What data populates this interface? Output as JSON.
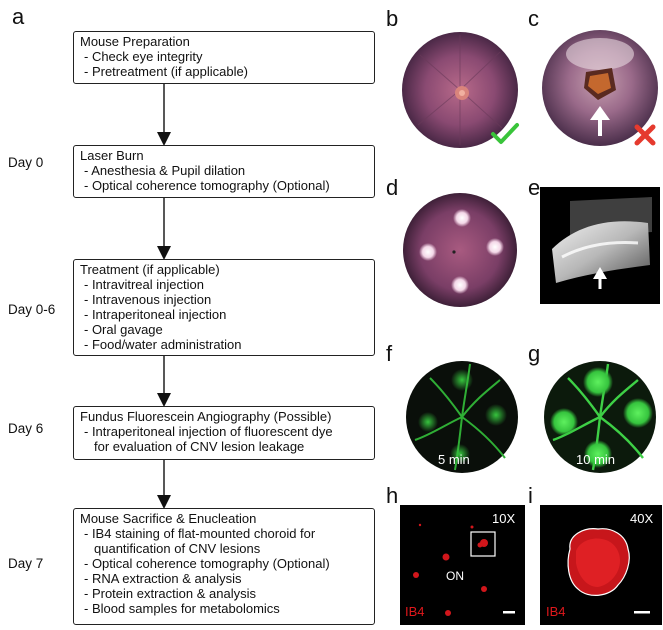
{
  "panels": {
    "a": "a",
    "b": "b",
    "c": "c",
    "d": "d",
    "e": "e",
    "f": "f",
    "g": "g",
    "h": "h",
    "i": "i"
  },
  "days": [
    "Day 0",
    "Day 0-6",
    "Day 6",
    "Day 7"
  ],
  "boxes": [
    {
      "title": "Mouse Preparation",
      "items": [
        "- Check eye integrity",
        "- Pretreatment (if applicable)"
      ]
    },
    {
      "title": "Laser Burn",
      "items": [
        "- Anesthesia & Pupil dilation",
        "- Optical coherence tomography (Optional)"
      ]
    },
    {
      "title": "Treatment (if applicable)",
      "items": [
        "- Intravitreal injection",
        "- Intravenous injection",
        "- Intraperitoneal injection",
        "- Oral gavage",
        "- Food/water administration"
      ]
    },
    {
      "title": "Fundus Fluorescein Angiography (Possible)",
      "items": [
        "- Intraperitoneal injection of fluorescent dye",
        "  for evaluation of CNV lesion leakage"
      ]
    },
    {
      "title": "Mouse Sacrifice & Enucleation",
      "items": [
        "- IB4 staining of flat-mounted choroid for",
        "  quantification of CNV lesions",
        "- Optical coherence tomography (Optional)",
        "- RNA extraction & analysis",
        "- Protein extraction & analysis",
        "- Blood samples for metabolomics"
      ]
    }
  ],
  "image_labels": {
    "f_time": "5 min",
    "g_time": "10 min",
    "h_mag": "10X",
    "h_on": "ON",
    "h_stain": "IB4",
    "i_mag": "40X",
    "i_stain": "IB4"
  },
  "colors": {
    "check": "#39c43a",
    "cross": "#e53a2e",
    "fluor": "#2fd13a",
    "ib4": "#e0181c"
  }
}
